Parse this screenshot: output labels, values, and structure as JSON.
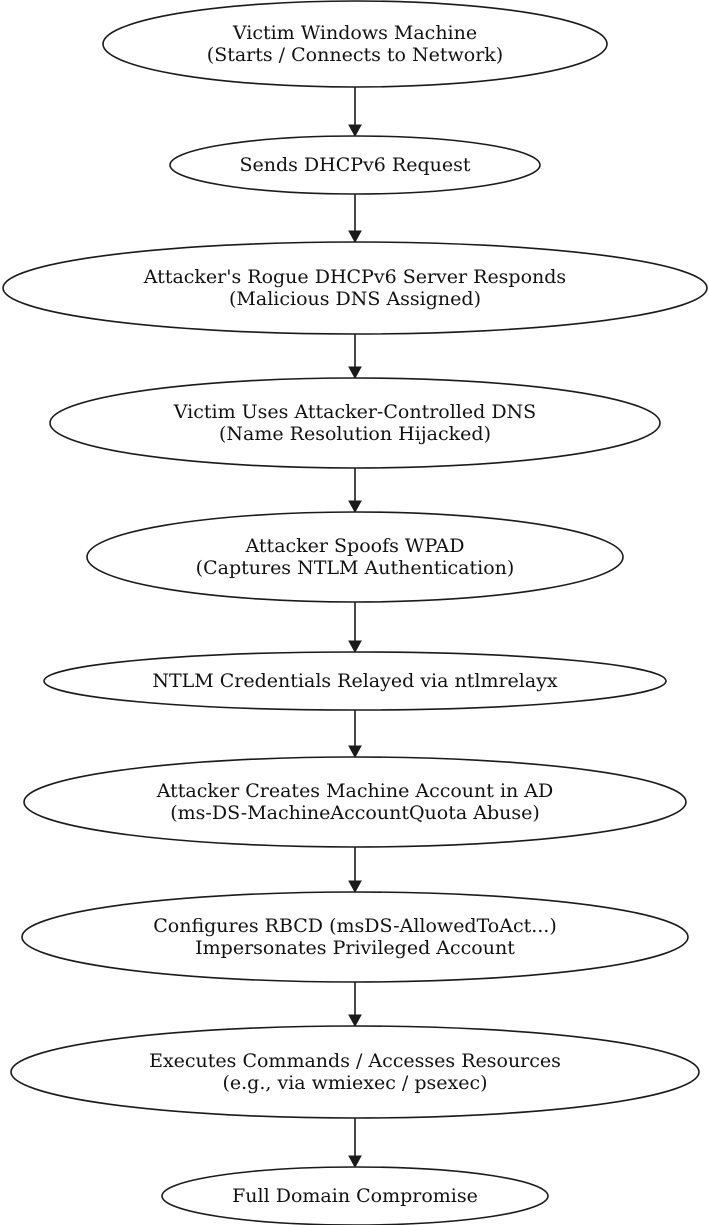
{
  "diagram": {
    "nodes": [
      {
        "lines": [
          "Victim Windows Machine",
          "(Starts / Connects to Network)"
        ]
      },
      {
        "lines": [
          "Sends DHCPv6 Request"
        ]
      },
      {
        "lines": [
          "Attacker's Rogue DHCPv6 Server Responds",
          "(Malicious DNS Assigned)"
        ]
      },
      {
        "lines": [
          "Victim Uses Attacker-Controlled DNS",
          "(Name Resolution Hijacked)"
        ]
      },
      {
        "lines": [
          "Attacker Spoofs WPAD",
          "(Captures NTLM Authentication)"
        ]
      },
      {
        "lines": [
          "NTLM Credentials Relayed via ntlmrelayx"
        ]
      },
      {
        "lines": [
          "Attacker Creates Machine Account in AD",
          "(ms-DS-MachineAccountQuota Abuse)"
        ]
      },
      {
        "lines": [
          "Configures RBCD (msDS-AllowedToAct...)",
          "Impersonates Privileged Account"
        ]
      },
      {
        "lines": [
          "Executes Commands / Accesses Resources",
          "(e.g., via wmiexec / psexec)"
        ]
      },
      {
        "lines": [
          "Full Domain Compromise"
        ]
      }
    ],
    "edges": [
      {
        "from": 0,
        "to": 1
      },
      {
        "from": 1,
        "to": 2
      },
      {
        "from": 2,
        "to": 3
      },
      {
        "from": 3,
        "to": 4
      },
      {
        "from": 4,
        "to": 5
      },
      {
        "from": 5,
        "to": 6
      },
      {
        "from": 6,
        "to": 7
      },
      {
        "from": 7,
        "to": 8
      },
      {
        "from": 8,
        "to": 9
      }
    ]
  }
}
